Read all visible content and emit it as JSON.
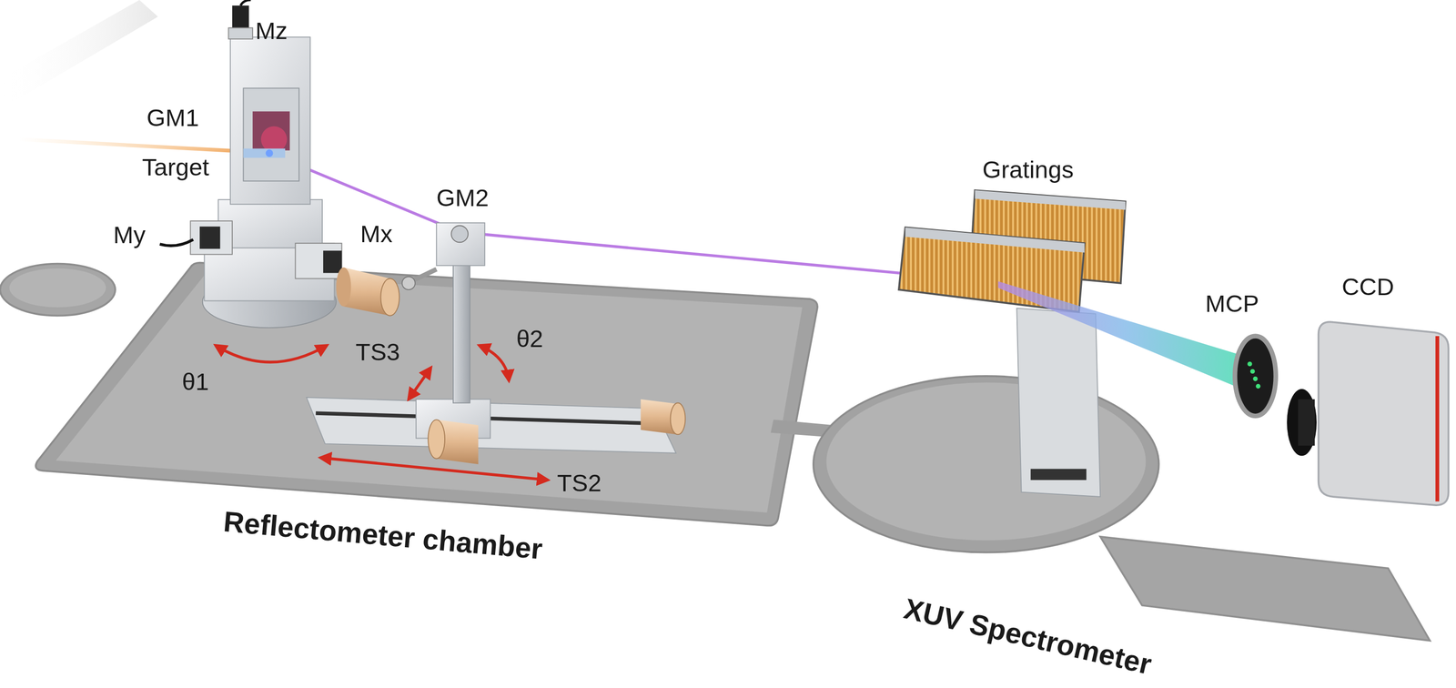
{
  "diagram": {
    "labels": [
      "Mz",
      "GM1",
      "Target",
      "My",
      "Mx",
      "θ1",
      "GM2",
      "TS3",
      "θ2",
      "TS2",
      "Gratings",
      "MCP",
      "CCD",
      "Reflectometer chamber",
      "XUV Spectrometer"
    ]
  }
}
